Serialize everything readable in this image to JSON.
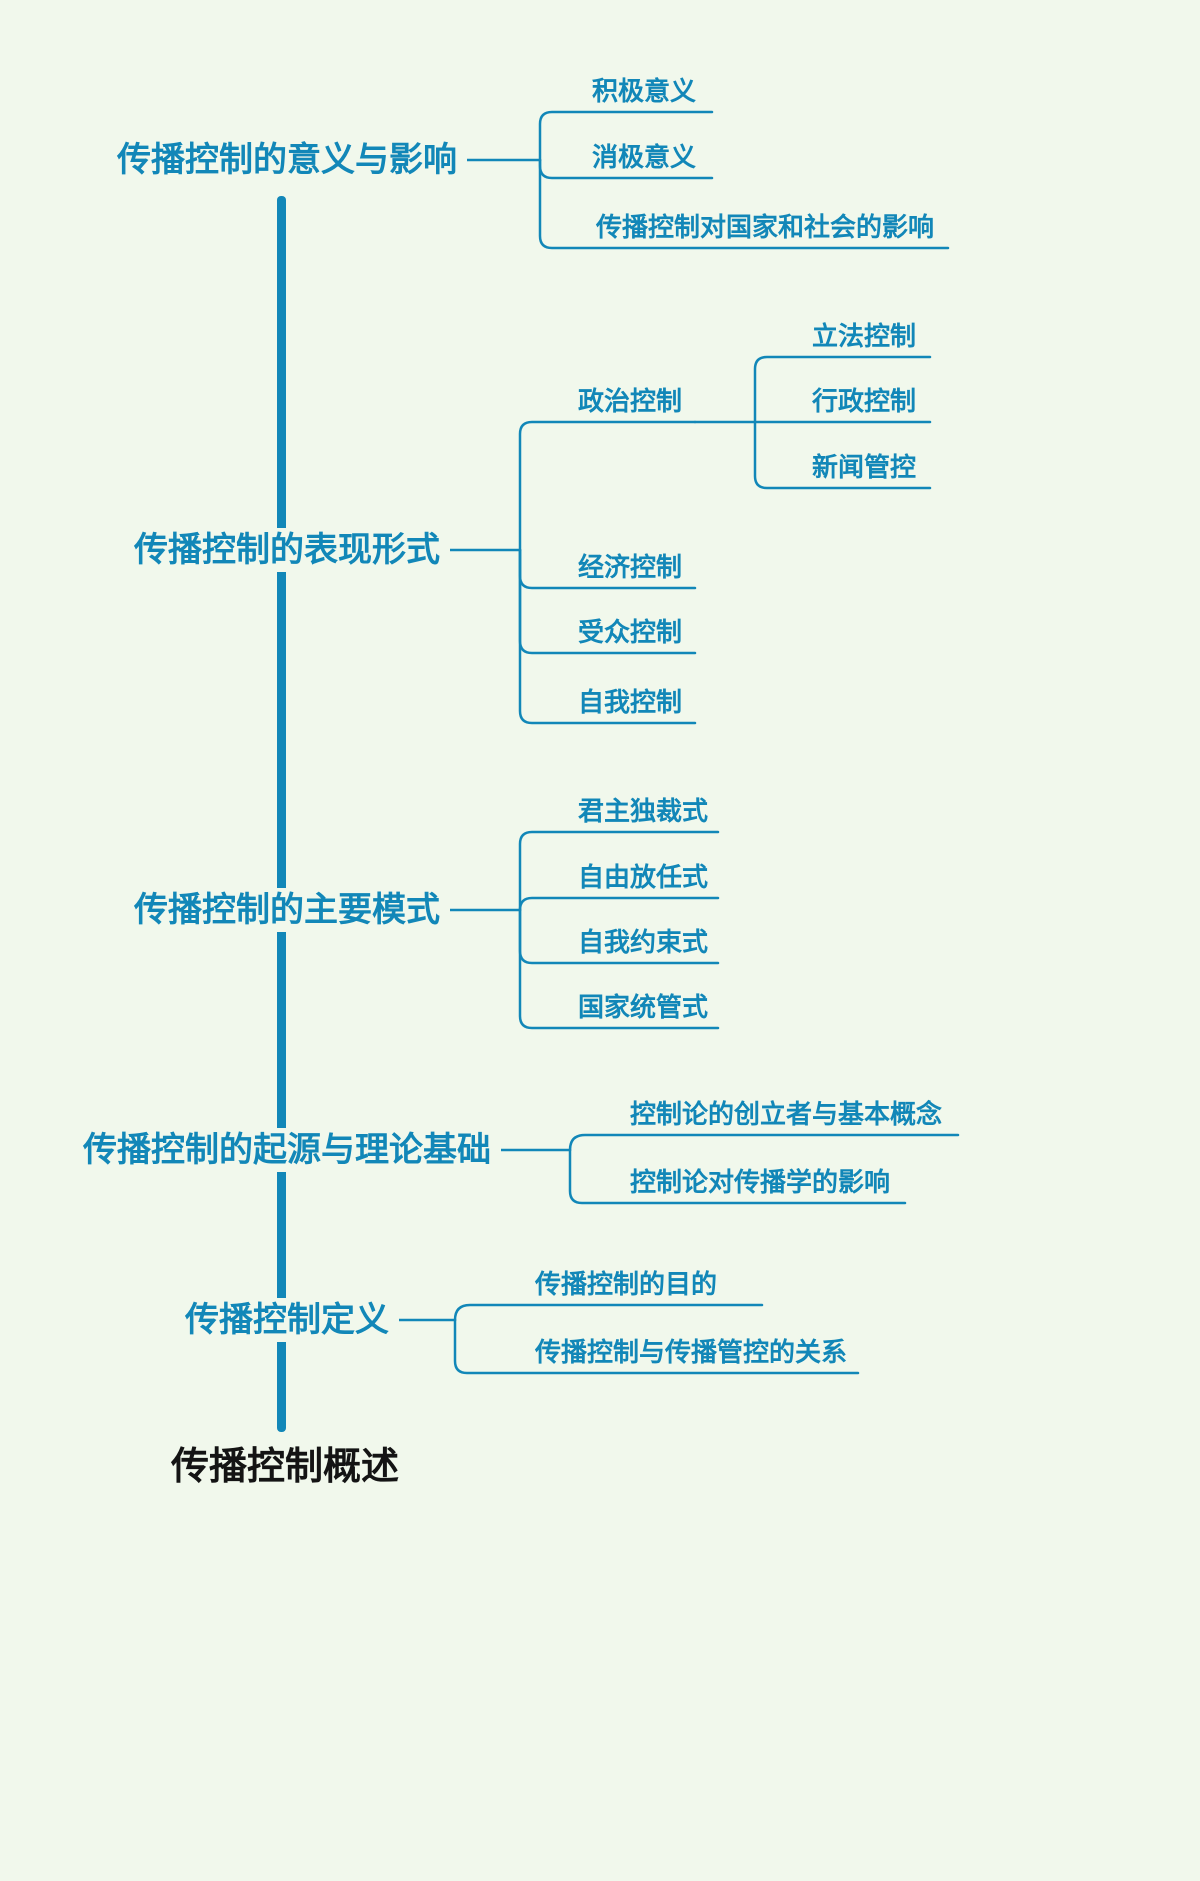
{
  "canvas": {
    "background_color": "#f1f8ec",
    "accent_color": "#1287b8",
    "root_text_color": "#141414"
  },
  "root": {
    "label": "传播控制概述"
  },
  "topics": [
    {
      "label": "传播控制的意义与影响",
      "children": [
        {
          "label": "积极意义"
        },
        {
          "label": "消极意义"
        },
        {
          "label": "传播控制对国家和社会的影响"
        }
      ]
    },
    {
      "label": "传播控制的表现形式",
      "children": [
        {
          "label": "政治控制",
          "children": [
            {
              "label": "立法控制"
            },
            {
              "label": "行政控制"
            },
            {
              "label": "新闻管控"
            }
          ]
        },
        {
          "label": "经济控制"
        },
        {
          "label": "受众控制"
        },
        {
          "label": "自我控制"
        }
      ]
    },
    {
      "label": "传播控制的主要模式",
      "children": [
        {
          "label": "君主独裁式"
        },
        {
          "label": "自由放任式"
        },
        {
          "label": "自我约束式"
        },
        {
          "label": "国家统管式"
        }
      ]
    },
    {
      "label": "传播控制的起源与理论基础",
      "children": [
        {
          "label": "控制论的创立者与基本概念"
        },
        {
          "label": "控制论对传播学的影响"
        }
      ]
    },
    {
      "label": "传播控制定义",
      "children": [
        {
          "label": "传播控制的目的"
        },
        {
          "label": "传播控制与传播管控的关系"
        }
      ]
    }
  ]
}
